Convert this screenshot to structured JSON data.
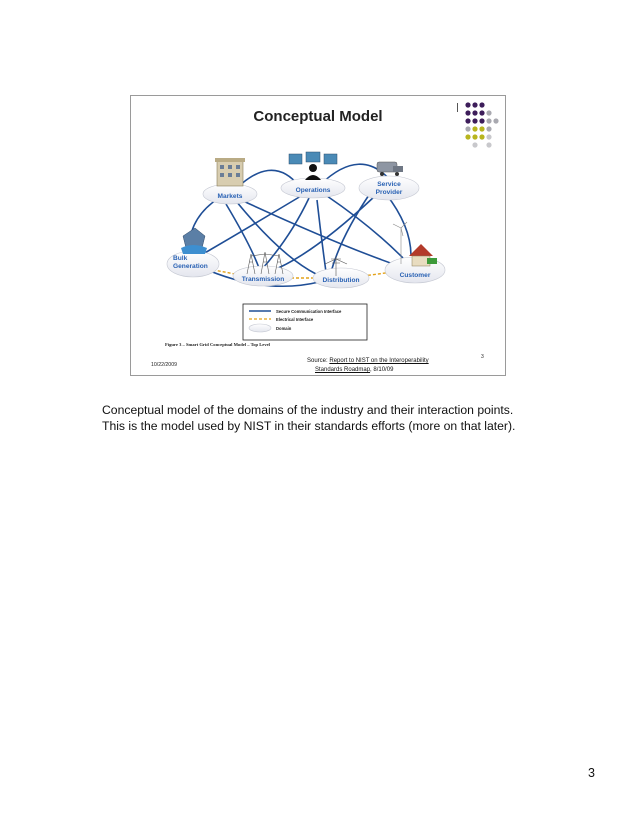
{
  "slide": {
    "title": "Conceptual Model",
    "caption": "Figure 3 – Smart Grid Conceptual Model – Top Level",
    "date": "10/22/2009",
    "slide_number": "3",
    "source_prefix": "Source: ",
    "source_link_line1": "Report to NIST on the Interoperability",
    "source_link_line2": "Standards Roadmap",
    "source_suffix": ", 8/10/09",
    "accent_purple": "#3d1d5a",
    "accent_olive": "#b8b51e",
    "accent_gray": "#a9a9b0"
  },
  "diagram": {
    "nodes": {
      "markets": "Markets",
      "operations": "Operations",
      "service_provider_line1": "Service",
      "service_provider_line2": "Provider",
      "bulk_generation_line1": "Bulk",
      "bulk_generation_line2": "Generation",
      "transmission": "Transmission",
      "distribution": "Distribution",
      "customer": "Customer"
    },
    "legend": {
      "secure_communication": "Secure Communication Interface",
      "electrical": "Electrical Interface",
      "domain": "Domain"
    },
    "colors": {
      "communication_line": "#1f4e96",
      "electrical_line": "#e3a21a",
      "domain_cloud": "#f3f4f8"
    }
  },
  "description": {
    "line1": "Conceptual model of the domains of the industry and their interaction points.",
    "line2": "This is the model used by NIST in their standards efforts (more on that later)."
  },
  "page": {
    "number": "3"
  }
}
